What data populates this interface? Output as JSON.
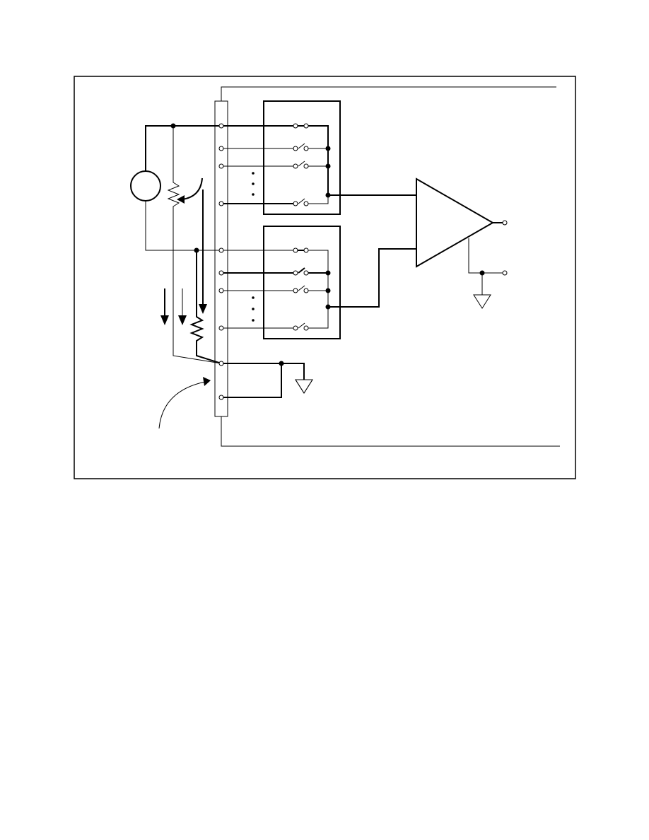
{
  "figure": {
    "kind": "circuit-schematic",
    "description_visible_text": [],
    "line_color": "#000000",
    "background": "#ffffff"
  },
  "components": {
    "signal_source": "circle-source",
    "source_resistor": "resistor",
    "lead_resistor": "resistor",
    "connector_block": "terminal-strip",
    "mux_banks": 2,
    "switches_per_bank": 4,
    "amplifier": "op-amp-triangle",
    "ground_symbols": 2
  }
}
